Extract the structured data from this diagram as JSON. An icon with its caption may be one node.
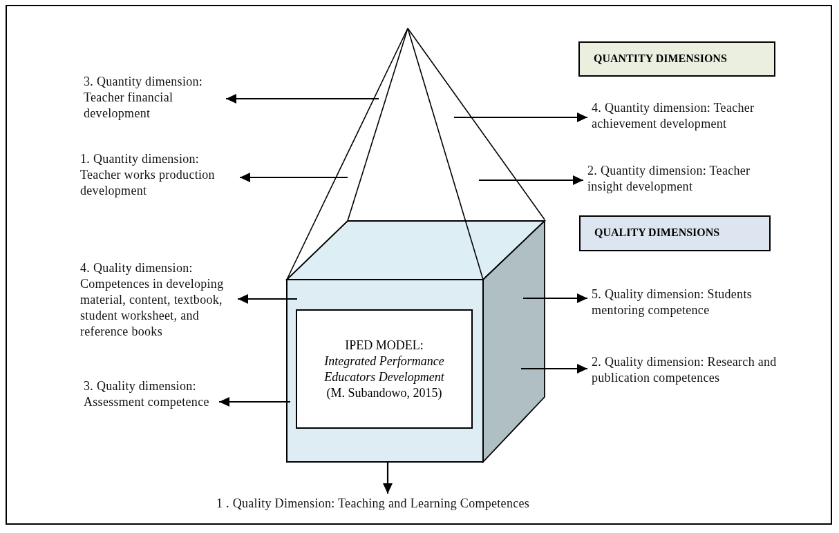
{
  "diagram": {
    "nodes": [
      {
        "text": [],
        "shape": "pyramid"
      },
      {
        "text": [
          "QUANTITY DIMENSIONS"
        ]
      },
      {
        "text": [
          "3. Quantity dimension: Teacher financial development"
        ]
      },
      {
        "text": [
          "4. Quantity dimension: Teacher achievement development"
        ]
      },
      {
        "text": [
          "1. Quantity dimension: Teacher works production development"
        ]
      },
      {
        "text": [
          "2. Quantity dimension: Teacher insight development"
        ]
      },
      {
        "text": [],
        "shape": "cube"
      },
      {
        "text": [
          "QUALITY DIMENSIONS"
        ]
      },
      {
        "text": [
          "IPED MODEL:",
          "Integrated Performance Educators Development",
          "(M. Subandowo, 2015)"
        ],
        "in": 6
      },
      {
        "text": [
          "4. Quality dimension: Competences in developing material, content, textbook, student worksheet, and reference books"
        ]
      },
      {
        "text": [
          "5. Quality dimension: Students mentoring competence"
        ]
      },
      {
        "text": [
          "3. Quality dimension: Assessment competence"
        ]
      },
      {
        "text": [
          "2. Quality dimension: Research and publication competences"
        ]
      },
      {
        "text": [
          "1 . Quality Dimension: Teaching and Learning Competences"
        ]
      }
    ],
    "edges": [
      {
        "from": 0,
        "to": 2,
        "arrow": "to"
      },
      {
        "from": 0,
        "to": 3,
        "arrow": "to"
      },
      {
        "from": 0,
        "to": 4,
        "arrow": "to"
      },
      {
        "from": 0,
        "to": 5,
        "arrow": "to"
      },
      {
        "from": 6,
        "to": 9,
        "arrow": "to"
      },
      {
        "from": 6,
        "to": 10,
        "arrow": "to"
      },
      {
        "from": 6,
        "to": 11,
        "arrow": "to"
      },
      {
        "from": 6,
        "to": 12,
        "arrow": "to"
      },
      {
        "from": 6,
        "to": 13,
        "arrow": "to"
      }
    ]
  }
}
